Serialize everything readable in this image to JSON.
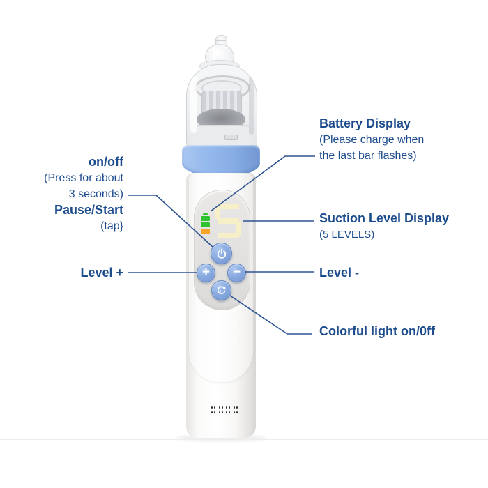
{
  "figure": {
    "type": "annotated product diagram",
    "product": "electric nasal aspirator"
  },
  "annotations": {
    "left": {
      "power": {
        "title": "on/off",
        "sub_line1": "(Press for about",
        "sub_line2": "3 seconds)",
        "title2": "Pause/Start",
        "sub2": "(tap}"
      },
      "level_plus": {
        "label": "Level +"
      }
    },
    "right": {
      "battery": {
        "title": "Battery Display",
        "sub_line1": "(Please charge when",
        "sub_line2": "the last bar flashes)"
      },
      "suction": {
        "title": "Suction Level Display",
        "sub": "(5 LEVELS)"
      },
      "level_minus": {
        "label": "Level -"
      },
      "colorful_light": {
        "label": "Colorful light on/0ff"
      }
    }
  },
  "device": {
    "display": {
      "suction_level_value": "5",
      "battery_bars": [
        "green",
        "green",
        "orange"
      ]
    },
    "buttons": {
      "power": "power-icon",
      "plus_label": "+",
      "minus_label": "−",
      "colorful_light": "colorful-light-icon"
    }
  },
  "colors": {
    "label_text": "#1d4c8d",
    "callout_line": "#2d5392",
    "collar_blue": "#8db3e9",
    "button_blue": "#7fa2dc",
    "battery_green": "#2fc32f",
    "battery_orange": "#f5a428",
    "digit_cream": "#f6efc8",
    "panel_gray": "#e4e3e1"
  }
}
